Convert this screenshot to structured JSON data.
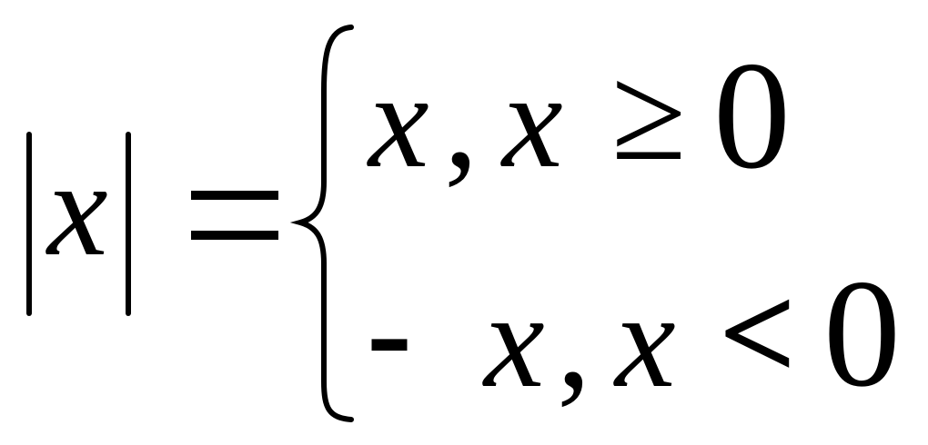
{
  "formula": {
    "lhs_var": "x",
    "equals": "=",
    "case_pos": {
      "expr": "x",
      "comma": ",",
      "cond_var": "x",
      "relation": "≥",
      "value": "0"
    },
    "case_neg": {
      "sign": "-",
      "expr": "x",
      "comma": ",",
      "cond_var": "x",
      "relation": "<",
      "value": "0"
    }
  }
}
